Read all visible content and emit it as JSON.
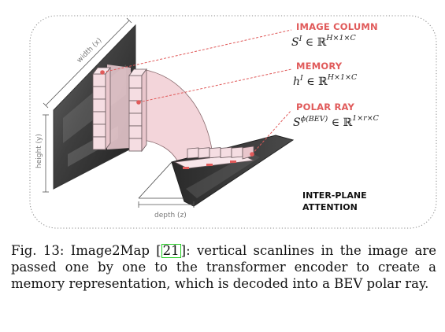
{
  "figure": {
    "labels": {
      "image_column": "IMAGE COLUMN",
      "memory": "MEMORY",
      "polar_ray": "POLAR RAY",
      "inter_plane_line1": "INTER-PLANE",
      "inter_plane_line2": "ATTENTION",
      "width_axis": "width (x)",
      "height_axis": "height (y)",
      "depth_axis": "depth (z)"
    },
    "math": {
      "image_column": {
        "symbol": "S",
        "sup": "I",
        "relation": " ∈ ℝ",
        "dims": "H×1×C"
      },
      "memory": {
        "symbol": "h",
        "sup": "I",
        "relation": " ∈ ℝ",
        "dims": "H×1×C"
      },
      "polar_ray": {
        "symbol": "S",
        "sup": "ϕ(BEV)",
        "relation": " ∈ ℝ",
        "dims": "1×r×C"
      }
    },
    "colors": {
      "accent": "#e05a5a",
      "box_fill": "#f5dde2",
      "arc_fill": "#f3d5da"
    }
  },
  "caption": {
    "prefix": "Fig. 13: Image2Map [",
    "citation": "21",
    "suffix": "]: vertical scanlines in the image are passed one by one to the transformer encoder to create a memory representation, which is decoded into a BEV polar ray."
  }
}
